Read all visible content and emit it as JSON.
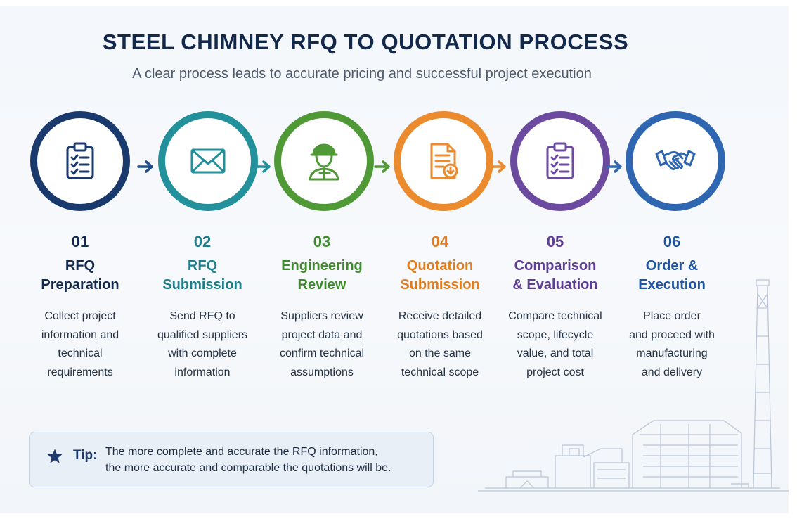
{
  "header": {
    "title": "STEEL CHIMNEY RFQ TO QUOTATION PROCESS",
    "subtitle": "A clear process leads to accurate pricing and successful project execution"
  },
  "steps": [
    {
      "number": "01",
      "label": "RFQ\nPreparation",
      "description": "Collect project\ninformation and\ntechnical\nrequirements",
      "color": "#1a3a6e",
      "label_color": "#13294b",
      "icon": "clipboard-checklist-icon"
    },
    {
      "number": "02",
      "label": "RFQ\nSubmission",
      "description": "Send RFQ to\nqualified suppliers\nwith complete\ninformation",
      "color": "#23919c",
      "label_color": "#1e7e8a",
      "icon": "envelope-icon"
    },
    {
      "number": "03",
      "label": "Engineering\nReview",
      "description": "Suppliers review\nproject data and\nconfirm technical\nassumptions",
      "color": "#4f9a37",
      "label_color": "#3f8a2c",
      "icon": "engineer-hardhat-icon"
    },
    {
      "number": "04",
      "label": "Quotation\nSubmission",
      "description": "Receive detailed\nquotations based\non the same\ntechnical scope",
      "color": "#ec8a2e",
      "label_color": "#e07d1f",
      "icon": "quotation-document-icon"
    },
    {
      "number": "05",
      "label": "Comparison\n& Evaluation",
      "description": "Compare technical\nscope, lifecycle\nvalue, and total\nproject cost",
      "color": "#6b4aa0",
      "label_color": "#5e3d94",
      "icon": "evaluation-checklist-icon"
    },
    {
      "number": "06",
      "label": "Order &\nExecution",
      "description": "Place order\nand proceed with\nmanufacturing\nand delivery",
      "color": "#2f66b2",
      "label_color": "#1f54a0",
      "icon": "handshake-icon"
    }
  ],
  "arrows": [
    {
      "color": "#1f4e8c"
    },
    {
      "color": "#23919c"
    },
    {
      "color": "#4f9a37"
    },
    {
      "color": "#ec8a2e"
    },
    {
      "color": "#2f66b2"
    }
  ],
  "tip": {
    "label": "Tip:",
    "text": "The more complete and accurate the RFQ information,\nthe more accurate and comparable the quotations will be.",
    "icon": "star-icon",
    "color": "#1d3a6b"
  },
  "background": {
    "illustration": "industrial-plant-chimney-sketch"
  }
}
